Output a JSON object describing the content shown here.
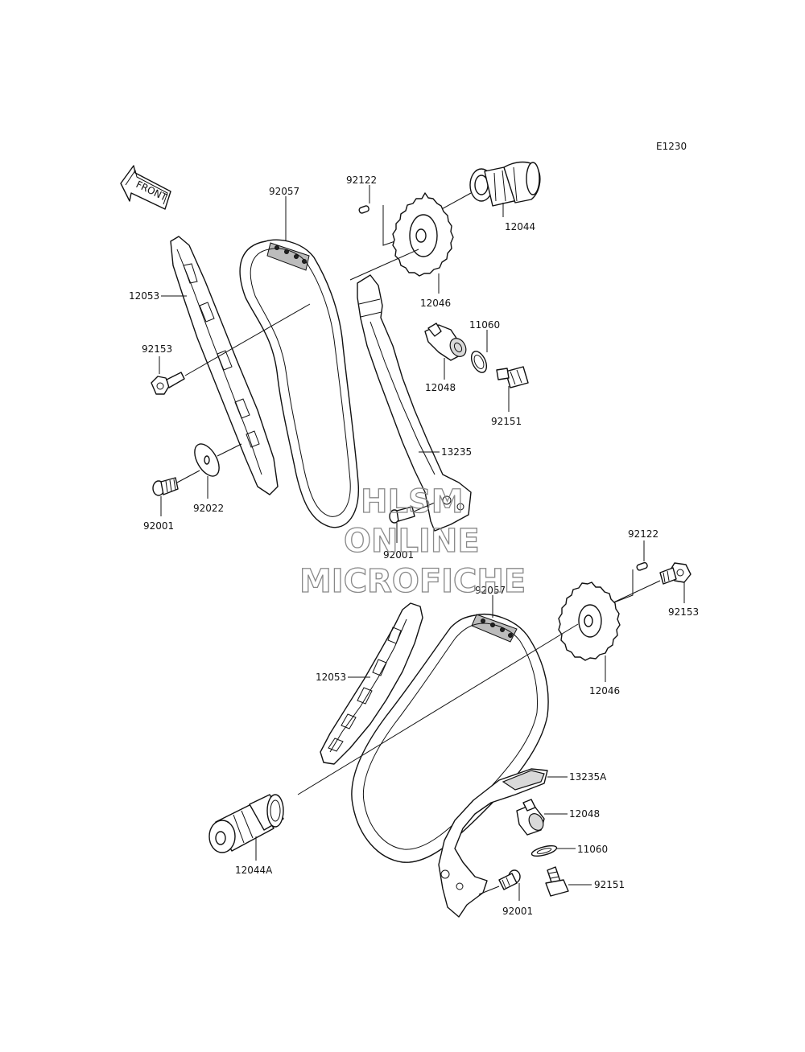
{
  "diagram_code": "E1230",
  "front_label": "FRONT",
  "watermark": {
    "line1": "HLSM",
    "line2": "ONLINE",
    "line3": "MICROFICHE"
  },
  "labels": {
    "p92122_top": "92122",
    "p12044": "12044",
    "p92057_top": "92057",
    "p12046_top": "12046",
    "p12053_top": "12053",
    "p92153_top": "92153",
    "p11060_top": "11060",
    "p12048_top": "12048",
    "p92151_top": "92151",
    "p13235": "13235",
    "p92001_left": "92001",
    "p92022": "92022",
    "p92001_mid": "92001",
    "p92122_bot": "92122",
    "p92057_bot": "92057",
    "p92153_bot": "92153",
    "p12046_bot": "12046",
    "p12053_bot": "12053",
    "p13235A": "13235A",
    "p12048_bot": "12048",
    "p11060_bot": "11060",
    "p92151_bot": "92151",
    "p12044A": "12044A",
    "p92001_bot": "92001"
  }
}
